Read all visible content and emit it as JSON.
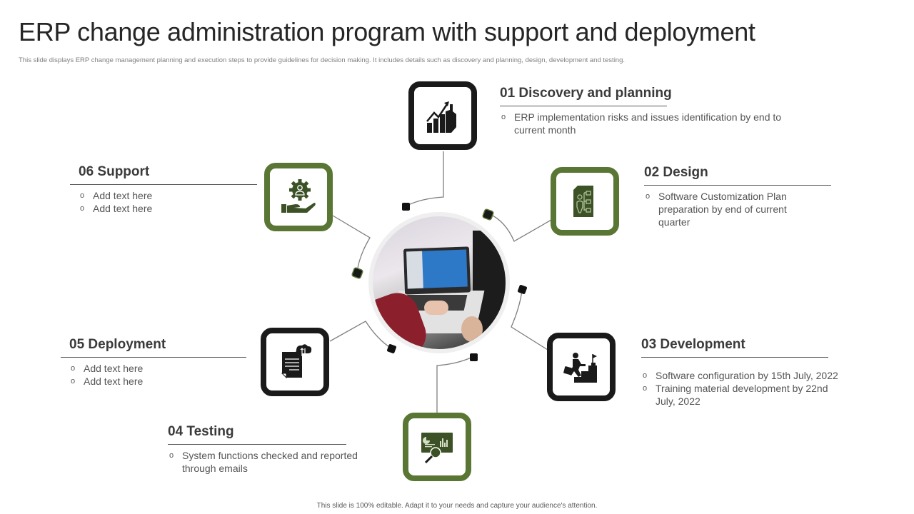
{
  "slide": {
    "title": "ERP change administration  program with support and deployment",
    "subtitle": "This slide displays ERP  change management  planning and execution steps to provide guidelines  for decision making.  It includes details such as discovery and planning, design, development and testing.",
    "footer": "This slide is 100% editable.  Adapt it to your needs and capture your audience's attention."
  },
  "colors": {
    "green": "#5a7634",
    "dark": "#1a1a1a",
    "text": "#404040"
  },
  "center_image": {
    "description": "person-typing-on-laptop-photo"
  },
  "steps": [
    {
      "heading": "01 Discovery and planning",
      "icon": "growth-chart-hand-icon",
      "bullets": [
        "ERP implementation risks and issues identification  by end to current month"
      ]
    },
    {
      "heading": "02 Design",
      "icon": "document-org-chart-icon",
      "bullets": [
        "Software Customization Plan preparation by end of current quarter"
      ]
    },
    {
      "heading": "03 Development",
      "icon": "person-climbing-stairs-icon",
      "bullets": [
        "Software configuration by 15th July, 2022",
        "Training material development by 22nd July, 2022"
      ]
    },
    {
      "heading": "04 Testing",
      "icon": "presentation-magnifier-icon",
      "bullets": [
        "System functions checked and reported through emails"
      ]
    },
    {
      "heading": "05 Deployment",
      "icon": "cloud-document-sync-icon",
      "bullets": [
        "Add text here",
        "Add text here"
      ]
    },
    {
      "heading": "06 Support",
      "icon": "hand-gear-user-icon",
      "bullets": [
        "Add text here",
        "Add text here"
      ]
    }
  ]
}
